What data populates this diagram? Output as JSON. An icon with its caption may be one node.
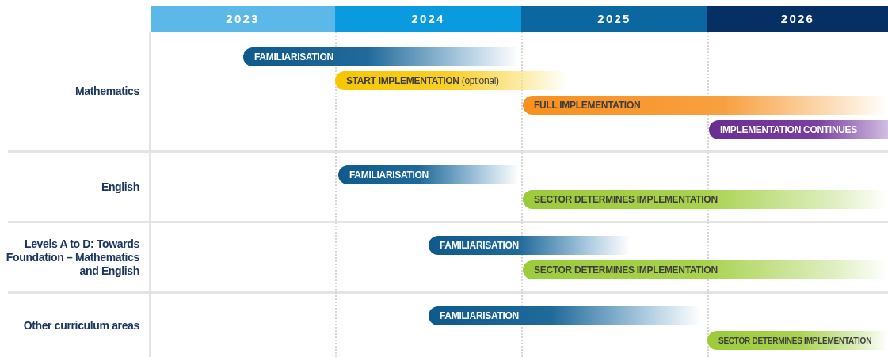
{
  "diagram": {
    "nodes": [
      {
        "text": [
          "2023"
        ]
      },
      {
        "text": [
          "2024"
        ]
      },
      {
        "text": [
          "2025"
        ]
      },
      {
        "text": [
          "2026"
        ]
      },
      {
        "text": [
          "FAMILIARISATION"
        ]
      },
      {
        "text": [
          "**START IMPLEMENTATION** (optional)"
        ]
      },
      {
        "text": [
          "FULL IMPLEMENTATION"
        ]
      },
      {
        "text": [
          "IMPLEMENTATION CONTINUES"
        ]
      },
      {
        "text": [
          "FAMILIARISATION"
        ]
      },
      {
        "text": [
          "SECTOR DETERMINES IMPLEMENTATION"
        ]
      },
      {
        "text": [
          "FAMILIARISATION"
        ]
      },
      {
        "text": [
          "SECTOR DETERMINES IMPLEMENTATION"
        ]
      },
      {
        "text": [
          "FAMILIARISATION"
        ]
      },
      {
        "text": [
          "SECTOR DETERMINES IMPLEMENTATION"
        ]
      }
    ],
    "labels": [
      "Mathematics",
      "English",
      "Levels A to D: Towards Foundation – Mathematics and English",
      "Other curriculum areas"
    ]
  }
}
